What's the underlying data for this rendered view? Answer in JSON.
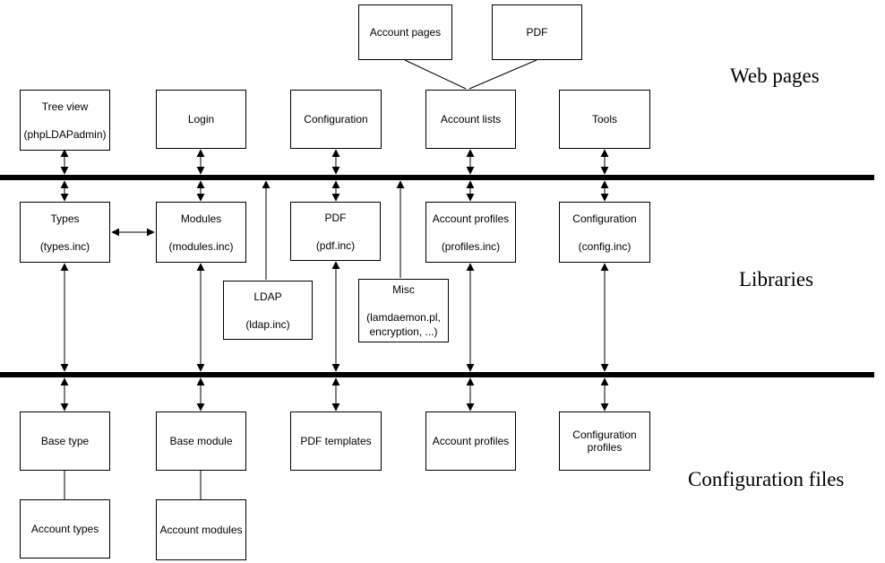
{
  "sections": {
    "web_pages": "Web pages",
    "libraries": "Libraries",
    "configuration_files": "Configuration files"
  },
  "boxes": {
    "account_pages": {
      "line1": "Account pages"
    },
    "pdf_page": {
      "line1": "PDF"
    },
    "tree_view": {
      "line1": "Tree view",
      "line2": "(phpLDAPadmin)"
    },
    "login": {
      "line1": "Login"
    },
    "configuration_page": {
      "line1": "Configuration"
    },
    "account_lists": {
      "line1": "Account lists"
    },
    "tools": {
      "line1": "Tools"
    },
    "types": {
      "line1": "Types",
      "line2": "(types.inc)"
    },
    "modules": {
      "line1": "Modules",
      "line2": "(modules.inc)"
    },
    "pdf_lib": {
      "line1": "PDF",
      "line2": "(pdf.inc)"
    },
    "account_profiles_lib": {
      "line1": "Account profiles",
      "line2": "(profiles.inc)"
    },
    "configuration_lib": {
      "line1": "Configuration",
      "line2": "(config.inc)"
    },
    "ldap": {
      "line1": "LDAP",
      "line2": "(ldap.inc)"
    },
    "misc": {
      "line1": "Misc",
      "line2": "(lamdaemon.pl,",
      "line3": "encryption, ...)"
    },
    "base_type": {
      "line1": "Base type"
    },
    "base_module": {
      "line1": "Base module"
    },
    "pdf_templates": {
      "line1": "PDF templates"
    },
    "account_profiles_files": {
      "line1": "Account profiles"
    },
    "configuration_profiles": {
      "line1": "Configuration profiles"
    },
    "account_types": {
      "line1": "Account types"
    },
    "account_modules": {
      "line1": "Account modules"
    }
  }
}
